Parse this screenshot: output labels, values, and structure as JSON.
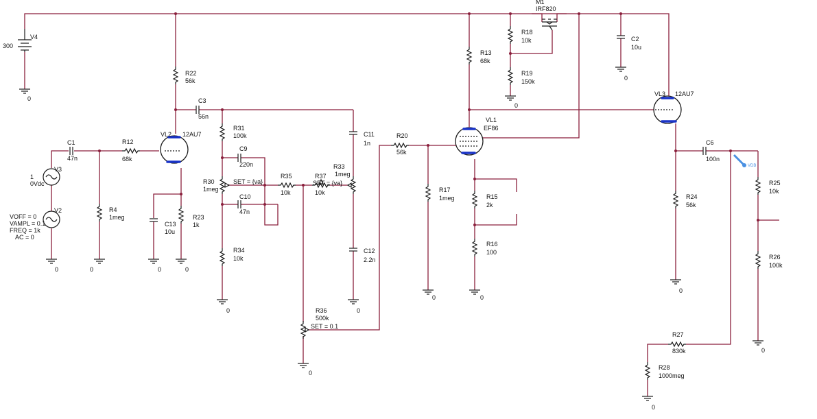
{
  "components": {
    "V4": {
      "ref": "V4",
      "value": "300"
    },
    "V3": {
      "ref": "V3",
      "value": "1",
      "value2": "0Vdc"
    },
    "V2": {
      "ref": "V2",
      "voff": "VOFF = 0",
      "vampl": "VAMPL = 0.1",
      "freq": "FREQ = 1k",
      "ac": "AC = 0"
    },
    "C1": {
      "ref": "C1",
      "value": "47n"
    },
    "R12": {
      "ref": "R12",
      "value": "68k"
    },
    "R4": {
      "ref": "R4",
      "value": "1meg"
    },
    "VL2": {
      "ref": "VL2",
      "value": "12AU7"
    },
    "R22": {
      "ref": "R22",
      "value": "56k"
    },
    "C3": {
      "ref": "C3",
      "value": "56n"
    },
    "C13": {
      "ref": "C13",
      "value": "10u"
    },
    "R23": {
      "ref": "R23",
      "value": "1k"
    },
    "R31": {
      "ref": "R31",
      "value": "100k"
    },
    "C9": {
      "ref": "C9",
      "value": "220n"
    },
    "R30": {
      "ref": "R30",
      "value": "1meg",
      "set": "SET = {va}"
    },
    "C10": {
      "ref": "C10",
      "value": "47n"
    },
    "R34": {
      "ref": "R34",
      "value": "10k"
    },
    "R35": {
      "ref": "R35",
      "value": "10k"
    },
    "R37": {
      "ref": "R37",
      "value": "10k",
      "set": "SET = {va}"
    },
    "R33": {
      "ref": "R33",
      "value": "1meg"
    },
    "C11": {
      "ref": "C11",
      "value": "1n"
    },
    "C12": {
      "ref": "C12",
      "value": "2.2n"
    },
    "R36": {
      "ref": "R36",
      "value": "500k",
      "set": "SET = 0.1"
    },
    "R20": {
      "ref": "R20",
      "value": "56k"
    },
    "R17": {
      "ref": "R17",
      "value": "1meg"
    },
    "VL1": {
      "ref": "VL1",
      "value": "EF86"
    },
    "R13": {
      "ref": "R13",
      "value": "68k"
    },
    "R15": {
      "ref": "R15",
      "value": "2k"
    },
    "R16": {
      "ref": "R16",
      "value": "100"
    },
    "M1": {
      "ref": "M1",
      "value": "IRF820"
    },
    "R18": {
      "ref": "R18",
      "value": "10k"
    },
    "R19": {
      "ref": "R19",
      "value": "150k"
    },
    "C2": {
      "ref": "C2",
      "value": "10u"
    },
    "VL3": {
      "ref": "VL3",
      "value": "12AU7"
    },
    "C6": {
      "ref": "C6",
      "value": "100n"
    },
    "R24": {
      "ref": "R24",
      "value": "56k"
    },
    "R25": {
      "ref": "R25",
      "value": "10k"
    },
    "R26": {
      "ref": "R26",
      "value": "100k"
    },
    "R27": {
      "ref": "R27",
      "value": "830k"
    },
    "R28": {
      "ref": "R28",
      "value": "1000meg"
    }
  },
  "ground_label": "0",
  "probe_label": "VDB",
  "colors": {
    "wire": "#8a1f3c",
    "part": "#1a1a1a",
    "electrode": "#1a34c8",
    "probe": "#4a90e2"
  }
}
